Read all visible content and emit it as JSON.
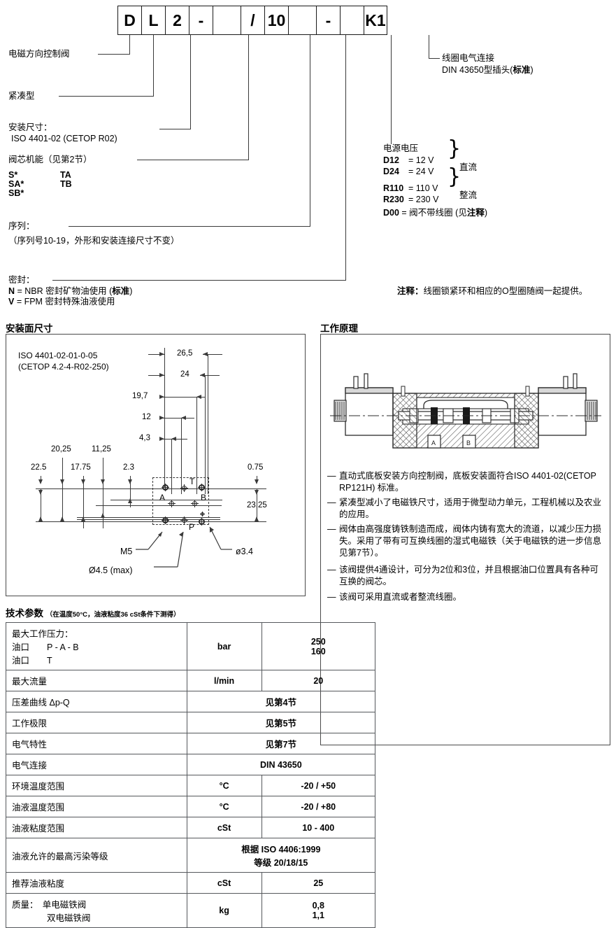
{
  "model_code": {
    "cells": [
      "D",
      "L",
      "2",
      "-",
      "",
      "/",
      "10",
      "",
      "-",
      "",
      "K1"
    ]
  },
  "left_labels": {
    "l1": "电磁方向控制阀",
    "l2": "紧凑型",
    "l3a": "安装尺寸：",
    "l3b": "ISO 4401-02 (CETOP R02)",
    "l4": "阀芯机能（见第2节）",
    "spools": [
      {
        "a": "S*",
        "b": "TA"
      },
      {
        "a": "SA*",
        "b": "TB"
      },
      {
        "a": "SB*",
        "b": ""
      }
    ],
    "l5a": "序列：",
    "l5b": "（序列号10-19，外形和安装连接尺寸不变）",
    "l6a": "密封：",
    "l6b_pre": "N",
    "l6b_mid": " = NBR 密封矿物油使用 (",
    "l6b_bold": "标准",
    "l6b_post": ")",
    "l6c_pre": "V",
    "l6c_mid": " = FPM 密封特殊油液使用"
  },
  "right_labels": {
    "coil_line1": "线圈电气连接",
    "coil_line2_pre": "DIN 43650型插头(",
    "coil_line2_bold": "标准",
    "coil_line2_post": ")",
    "voltage_title": "电源电压",
    "dc_group": "直流",
    "ac_group": "整流",
    "voltages": [
      {
        "code": "D12",
        "eq": "= 12 V"
      },
      {
        "code": "D24",
        "eq": "= 24 V"
      },
      {
        "code": "R110",
        "eq": "= 110 V"
      },
      {
        "code": "R230",
        "eq": "= 230 V"
      }
    ],
    "d00_code": "D00",
    "d00_pre": " = 阀不带线圈 (见",
    "d00_bold": "注释",
    "d00_post": ")",
    "note_bold": "注释：",
    "note_text": "线圈锁紧环和相应的O型圈随阀一起提供。"
  },
  "mounting": {
    "title": "安装面尺寸",
    "std1": "ISO 4401-02-01-0-05",
    "std2": "(CETOP 4.2-4-R02-250)",
    "vertical_dims": [
      "26,5",
      "24",
      "19,7",
      "12",
      "4,3"
    ],
    "horizontal_dims": [
      "20,25",
      "11,25",
      "22.5",
      "17.75",
      "2.3",
      "0.75",
      "23.25"
    ],
    "callouts": [
      "M5",
      "Ø4.5 (max)",
      "ø3.4"
    ],
    "ports": [
      "T",
      "A",
      "B",
      "P"
    ]
  },
  "principle": {
    "title": "工作原理",
    "bullets": [
      "直动式底板安装方向控制阀，底板安装面符合ISO 4401-02(CETOP RP121H) 标准。",
      "紧凑型减小了电磁铁尺寸，适用于微型动力单元，工程机械以及农业的应用。",
      "阀体由高强度铸铁制造而成，阀体内铸有宽大的流道，以减少压力损失。采用了带有可互换线圈的湿式电磁铁（关于电磁铁的进一步信息见第7节）。",
      "该阀提供4通设计，可分为2位和3位，并且根据油口位置具有各种可互换的阀芯。",
      "该阀可采用直流或者整流线圈。"
    ],
    "diagram_labels": [
      "A",
      "B"
    ]
  },
  "tech": {
    "title": "技术参数",
    "subtitle": "（在温度50°C，油液粘度36 cSt条件下测得）",
    "rows": [
      {
        "label_lines": [
          "最大工作压力：",
          "油口  P - A - B",
          "油口  T"
        ],
        "unit": "bar",
        "value_lines": [
          "250",
          "160"
        ],
        "span": false
      },
      {
        "label_lines": [
          "最大流量"
        ],
        "unit": "l/min",
        "value_lines": [
          "20"
        ],
        "span": false
      },
      {
        "label_lines": [
          "压差曲线 Δp-Q"
        ],
        "unit": "",
        "value_lines": [
          "见第4节"
        ],
        "span": true
      },
      {
        "label_lines": [
          "工作极限"
        ],
        "unit": "",
        "value_lines": [
          "见第5节"
        ],
        "span": true
      },
      {
        "label_lines": [
          "电气特性"
        ],
        "unit": "",
        "value_lines": [
          "见第7节"
        ],
        "span": true
      },
      {
        "label_lines": [
          "电气连接"
        ],
        "unit": "",
        "value_lines": [
          "DIN 43650"
        ],
        "span": true
      },
      {
        "label_lines": [
          "环境温度范围"
        ],
        "unit": "°C",
        "value_lines": [
          "-20 / +50"
        ],
        "span": false
      },
      {
        "label_lines": [
          "油液温度范围"
        ],
        "unit": "°C",
        "value_lines": [
          "-20 / +80"
        ],
        "span": false
      },
      {
        "label_lines": [
          "油液粘度范围"
        ],
        "unit": "cSt",
        "value_lines": [
          "10 - 400"
        ],
        "span": false
      },
      {
        "label_lines": [
          "油液允许的最高污染等级"
        ],
        "unit": "",
        "value_lines": [
          "根据 ISO 4406:1999",
          "等级 20/18/15"
        ],
        "span": true
      },
      {
        "label_lines": [
          "推荐油液粘度"
        ],
        "unit": "cSt",
        "value_lines": [
          "25"
        ],
        "span": false
      },
      {
        "label_lines": [
          "质量： 单电磁铁阀",
          "    双电磁铁阀"
        ],
        "unit": "kg",
        "value_lines": [
          "0,8",
          "1,1"
        ],
        "span": false
      }
    ]
  },
  "colors": {
    "line": "#3a3a3a",
    "frame": "#4a4a4a",
    "text": "#000000",
    "hatch": "#555555"
  }
}
